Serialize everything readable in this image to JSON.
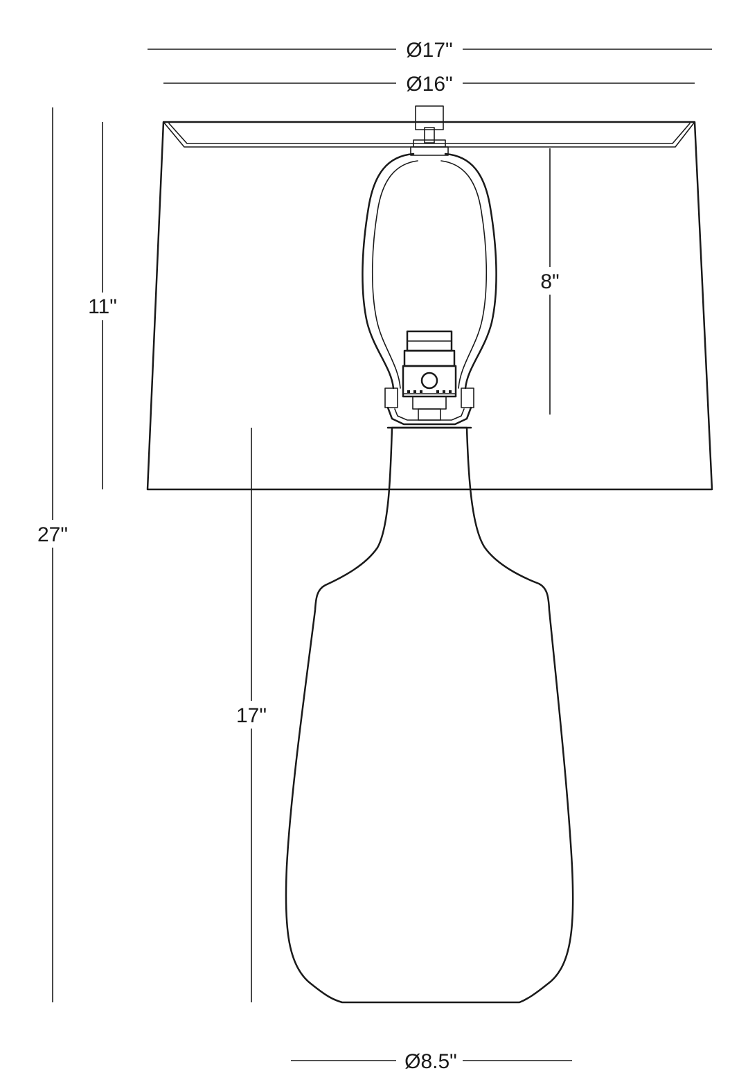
{
  "dimensions": {
    "shade_top_diameter": "Ø17\"",
    "shade_inner_diameter": "Ø16\"",
    "shade_height": "11\"",
    "harp_height": "8\"",
    "overall_height": "27\"",
    "base_height": "17\"",
    "base_diameter": "Ø8.5\""
  },
  "colors": {
    "line": "#1a1a1a",
    "background": "#ffffff"
  }
}
